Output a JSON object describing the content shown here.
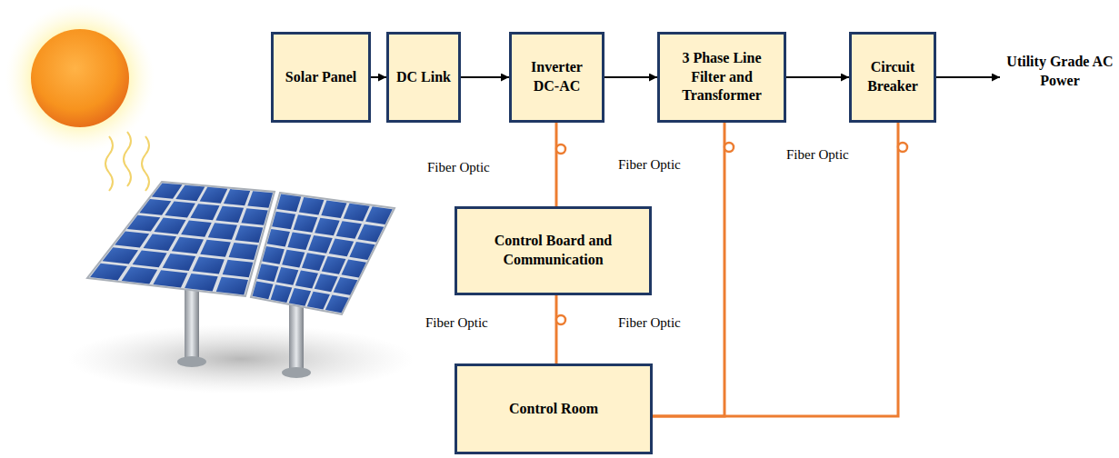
{
  "diagram": {
    "nodes": [
      {
        "text": [
          "Solar Panel"
        ]
      },
      {
        "text": [
          "DC Link"
        ]
      },
      {
        "text": [
          "Inverter DC-AC"
        ]
      },
      {
        "text": [
          "3 Phase Line Filter and Transformer"
        ]
      },
      {
        "text": [
          "Circuit Breaker"
        ]
      },
      {
        "text": [
          "Control Board and Communication"
        ]
      },
      {
        "text": [
          "Control Room"
        ]
      }
    ],
    "edges": [
      {
        "from": 0,
        "to": 1,
        "arrow": "to"
      },
      {
        "from": 1,
        "to": 2,
        "arrow": "to"
      },
      {
        "from": 2,
        "to": 3,
        "arrow": "to"
      },
      {
        "from": 3,
        "to": 4,
        "arrow": "to"
      },
      {
        "from": 2,
        "to": 5,
        "arrow": "none"
      },
      {
        "from": 5,
        "to": 6,
        "arrow": "none"
      },
      {
        "from": 6,
        "to": 3,
        "arrow": "none"
      },
      {
        "from": 6,
        "to": 4,
        "arrow": "none"
      }
    ],
    "labels": [
      "Utility Grade AC Power",
      "Fiber Optic",
      "Fiber Optic",
      "Fiber Optic",
      "Fiber Optic",
      "Fiber Optic"
    ]
  }
}
